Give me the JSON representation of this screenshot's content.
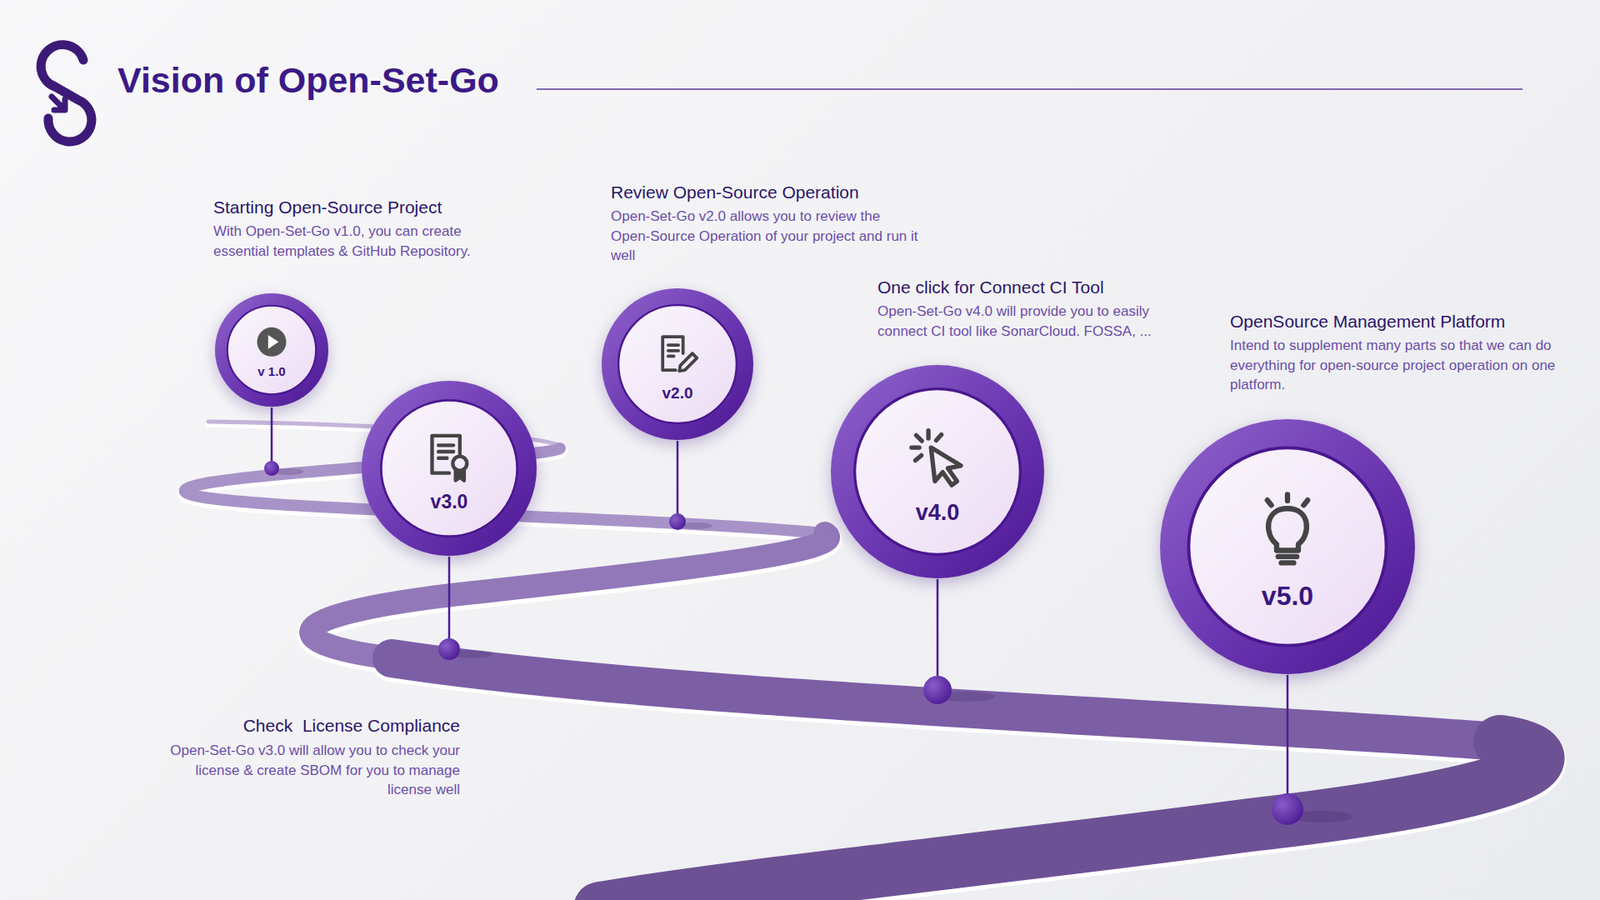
{
  "diagram": {
    "title": "Vision of Open-Set-Go",
    "nodes": [
      {
        "text": [
          "v 1.0",
          "Starting Open-Source Project",
          "With Open-Set-Go v1.0, you can create essential templates & GitHub Repository."
        ]
      },
      {
        "text": [
          "v2.0",
          "Review Open-Source Operation",
          "Open-Set-Go v2.0 allows you to review the Open-Source Operation of your project and run it well"
        ]
      },
      {
        "text": [
          "v3.0",
          "Check  License Compliance",
          "Open-Set-Go v3.0 will allow you to check your license & create SBOM for you to manage license well"
        ]
      },
      {
        "text": [
          "v4.0",
          "One click for Connect CI Tool",
          "Open-Set-Go v4.0 will provide you to easily connect CI tool like SonarCloud. FOSSA, ..."
        ]
      },
      {
        "text": [
          "v5.0",
          "OpenSource Management Platform",
          "Intend to supplement many parts so that we can do everything for open-source project operation on one platform."
        ]
      }
    ]
  }
}
